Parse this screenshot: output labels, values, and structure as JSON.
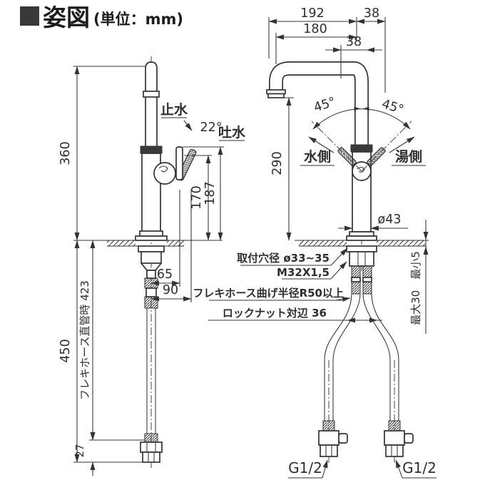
{
  "title": {
    "label": "姿図",
    "unit": "(単位：mm)"
  },
  "colors": {
    "line": "#333333",
    "text": "#2e2e2e",
    "fill_dark": "#3a3a3a",
    "background": "#ffffff"
  },
  "side_view": {
    "labels": {
      "stop": "止水",
      "flow": "吐水"
    },
    "dims": {
      "angle": "22°",
      "height_above_counter": "360",
      "height_below_counter": "450",
      "hose_straight": "フレキホース直管時 423",
      "hose_end": "27",
      "outlet_height": "170",
      "handle_top_height": "187",
      "handle_offset": "65",
      "handle_reach": "90"
    }
  },
  "front_view": {
    "labels": {
      "cold_side": "水側",
      "hot_side": "湯側"
    },
    "dims": {
      "spout_reach_total": "192",
      "offset_right": "38",
      "spout_reach": "180",
      "offset_center": "38",
      "outlet_height": "290",
      "body_diameter": "ø43",
      "swing_left": "45°",
      "swing_right": "45°",
      "counter_thickness": "最大30　最小5"
    },
    "connections": {
      "left": "G1/2",
      "right": "G1/2"
    }
  },
  "notes": {
    "mounting_hole": "取付穴径 ø33~35",
    "thread": "M32X1,5",
    "hose_bend": "フレキホース曲げ半径R50以上",
    "locknut": "ロックナット対辺 36"
  }
}
